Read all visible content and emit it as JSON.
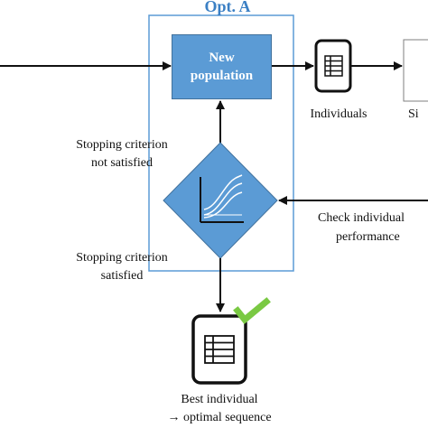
{
  "option_box": {
    "title": "Opt. A"
  },
  "new_population": {
    "line1": "New",
    "line2": "population"
  },
  "individuals_label": "Individuals",
  "partial_label_right": "Si",
  "stop_not_satisfied": {
    "line1": "Stopping criterion",
    "line2": "not satisfied"
  },
  "stop_satisfied": {
    "line1": "Stopping criterion",
    "line2": "satisfied"
  },
  "check_performance": {
    "line1": "Check individual",
    "line2": "performance"
  },
  "best_individual": {
    "line1": "Best individual",
    "line2": "→ optimal sequence"
  },
  "icons": {
    "table": "table-document-icon",
    "chart": "performance-chart-icon",
    "check": "checkmark-icon"
  },
  "colors": {
    "accent_blue": "#5b9bd5",
    "box_outline": "#5b9bd5",
    "title_blue": "#3a7fc4",
    "check_green": "#7ac943"
  }
}
